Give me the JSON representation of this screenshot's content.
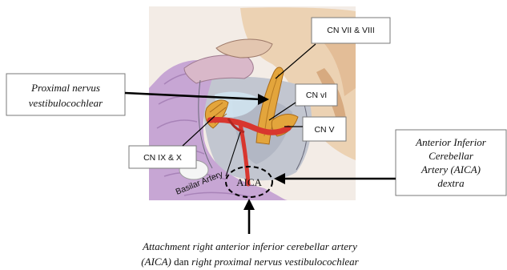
{
  "labels": {
    "cn_vii_viii": "CN VII & VIII",
    "cn_vi": "CN vI",
    "cn_v": "CN V",
    "cn_ix_x": "CN IX & X",
    "basilar_artery": "Basilar Artery",
    "aica": "AICA",
    "proximal_line1": "Proximal nervus",
    "proximal_line2": "vestibulocochlear",
    "aica_desc_line1": "Anterior Inferior",
    "aica_desc_line2": "Cerebellar",
    "aica_desc_line3": "Artery (AICA)",
    "aica_desc_line4": "dextra",
    "caption_line1": "Attachment right anterior inferior cerebellar artery",
    "caption_line2_part1": "(AICA)",
    "caption_line2_part2": " dan ",
    "caption_line2_part3": "right proximal nervus vestibulocochlear"
  },
  "colors": {
    "background_paper": "#f3ece6",
    "cerebellum_purple": "#c9a9d6",
    "brainstem_gray": "#b8bcc8",
    "nerve_orange": "#e0a23a",
    "artery_red": "#d8362e",
    "bone_tan": "#e9c9a6"
  }
}
